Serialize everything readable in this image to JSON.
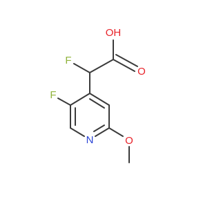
{
  "molecule": {
    "atom_labels": {
      "hydroxyl": "OH",
      "carbonyl_oxygen": "O",
      "alpha_fluorine": "F",
      "ring_fluorine": "F",
      "ring_nitrogen": "N",
      "ether_oxygen": "O"
    },
    "colors": {
      "bond": "#3a3a3a",
      "oxygen": "#e8232a",
      "fluorine": "#8fb33a",
      "nitrogen": "#2a44d6",
      "background": "#ffffff"
    }
  }
}
